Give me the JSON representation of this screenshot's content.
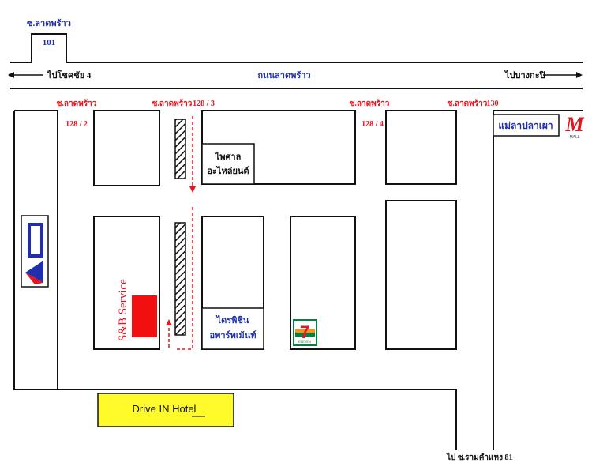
{
  "map": {
    "top_road": {
      "soi_top": {
        "name": "ซ.ลาดพร้าว",
        "number": "101"
      },
      "main_road_name": "ถนนลาดพร้าว",
      "left_direction": "ไปโชคชัย 4",
      "right_direction": "ไปบางกะปิ"
    },
    "sois": {
      "soi_128_2": {
        "name": "ซ.ลาดพร้าว",
        "number": "128 / 2"
      },
      "soi_128_3": {
        "name": "ซ.ลาดพร้าว",
        "number": "128 / 3"
      },
      "soi_128_4": {
        "name": "ซ.ลาดพร้าว",
        "number": "128 / 4"
      },
      "soi_130": {
        "name": "ซ.ลาดพร้าว",
        "number": "130"
      }
    },
    "places": {
      "auto_parts": {
        "line1": "ไพศาล",
        "line2": "อะไหล่ยนต์"
      },
      "apartment": {
        "line1": "ไดรพิชิน",
        "line2": "อพาร์ทเม้นท์"
      },
      "store_name": "แม่ลาปลาเผา",
      "mall_logo_text": "M",
      "service": "S&B Service",
      "hotel": "Drive IN Hotel",
      "seven_eleven_text": "7",
      "seven_eleven_sub": "ELEVEN",
      "bottom_direction": "ไป ซ.รามคำแหง 81",
      "mall_sub": "MALL"
    },
    "colors": {
      "road_line": "#111111",
      "soi_label": "#e8141b",
      "road_label": "#1f2fb0",
      "service_box": "#f20f0f",
      "hotel_box": "#fffb2b"
    }
  }
}
